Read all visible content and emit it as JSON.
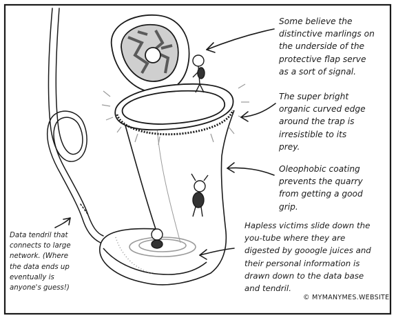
{
  "annotations": {
    "signal": [
      "Some believe the",
      "distinctive marlings on",
      "the underside of the",
      "protective flap serve",
      "as a sort of signal."
    ],
    "edge": [
      "The super bright",
      "organic curved edge",
      "around the trap is",
      "irresistible to its",
      "prey."
    ],
    "coating": [
      "Oleophobic coating",
      "prevents the quarry",
      "from getting a good",
      "grip."
    ],
    "victims": [
      "Hapless victims slide down the",
      "you-tube where they are",
      "digested by gooogle juices and",
      "their personal information is",
      "drawn down to the data base",
      "and tendril."
    ],
    "tendril": [
      "Data tendril that",
      "connects to large",
      "network. (Where",
      "the data ends up",
      "eventually is",
      "anyone's guess!)"
    ]
  },
  "credit": "© MYMANYMES.WEBSITE",
  "colors": {
    "ink": "#1a1a1a",
    "shade": "#9a9a9a",
    "paper": "#ffffff"
  },
  "icons": [
    "frame",
    "flap-lid",
    "trap-rim",
    "pitcher-tube",
    "data-tendril",
    "stick-figure",
    "arrow"
  ]
}
